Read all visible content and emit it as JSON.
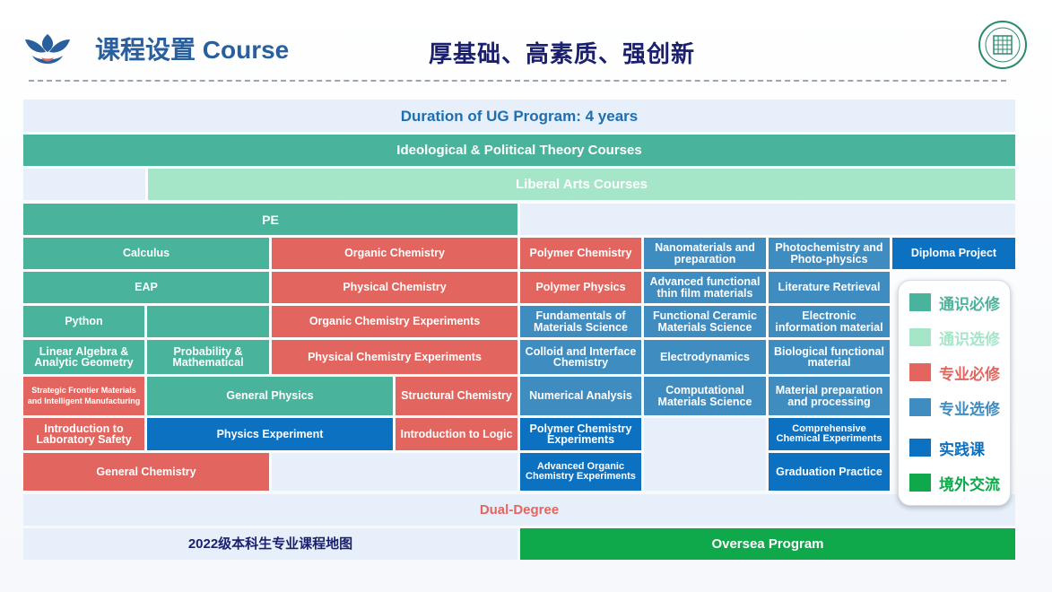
{
  "header": {
    "title": "课程设置 Course",
    "slogan": "厚基础、高素质、强创新"
  },
  "colors": {
    "general_required": "#4ab39b",
    "general_elective": "#a6e6c8",
    "major_required": "#e2665f",
    "major_elective": "#3f8cc0",
    "practice": "#0d71c2",
    "overseas": "#0fa84b"
  },
  "rows": {
    "duration": "Duration of UG Program: 4 years",
    "ideological": "Ideological & Political Theory Courses",
    "liberal_arts": "Liberal Arts Courses",
    "pe": "PE",
    "dual_degree": "Dual-Degree",
    "map_title": "2022级本科生专业课程地图",
    "oversea": "Oversea Program"
  },
  "courses": {
    "calculus": "Calculus",
    "organic_chemistry": "Organic Chemistry",
    "polymer_chemistry": "Polymer Chemistry",
    "nanomaterials": "Nanomaterials and preparation",
    "photochemistry": "Photochemistry and Photo-physics",
    "diploma_project": "Diploma Project",
    "eap": "EAP",
    "physical_chemistry": "Physical Chemistry",
    "polymer_physics": "Polymer Physics",
    "advanced_thin_film": "Advanced functional thin film materials",
    "literature_retrieval": "Literature Retrieval",
    "python": "Python",
    "organic_chem_exp": "Organic Chemistry Experiments",
    "fundamentals_ms": "Fundamentals of Materials Science",
    "functional_ceramic": "Functional Ceramic Materials Science",
    "electronic_info": "Electronic information material",
    "linear_algebra": "Linear Algebra & Analytic Geometry",
    "probability": "Probability & Mathematical",
    "physical_chem_exp": "Physical Chemistry Experiments",
    "colloid": "Colloid and Interface Chemistry",
    "electrodynamics": "Electrodynamics",
    "biological": "Biological functional material",
    "strategic_frontier": "Strategic Frontier Materials and Intelligent Manufacturing",
    "general_physics": "General Physics",
    "structural_chemistry": "Structural Chemistry",
    "numerical_analysis": "Numerical Analysis",
    "computational_ms": "Computational Materials Science",
    "material_preparation": "Material preparation and processing",
    "lab_safety": "Introduction to Laboratory Safety",
    "physics_experiment": "Physics Experiment",
    "intro_logic": "Introduction to Logic",
    "polymer_chem_exp": "Polymer Chemistry Experiments",
    "comprehensive_exp": "Comprehensive Chemical Experiments",
    "general_chemistry": "General Chemistry",
    "advanced_organic_exp": "Advanced Organic Chemistry Experiments",
    "graduation_practice": "Graduation Practice"
  },
  "legend": [
    {
      "label": "通识必修",
      "color": "#4ab39b"
    },
    {
      "label": "通识选修",
      "color": "#a6e6c8"
    },
    {
      "label": "专业必修",
      "color": "#e2665f"
    },
    {
      "label": "专业选修",
      "color": "#3f8cc0"
    },
    {
      "label": "实践课",
      "color": "#0d71c2"
    },
    {
      "label": "境外交流",
      "color": "#0fa84b"
    }
  ]
}
